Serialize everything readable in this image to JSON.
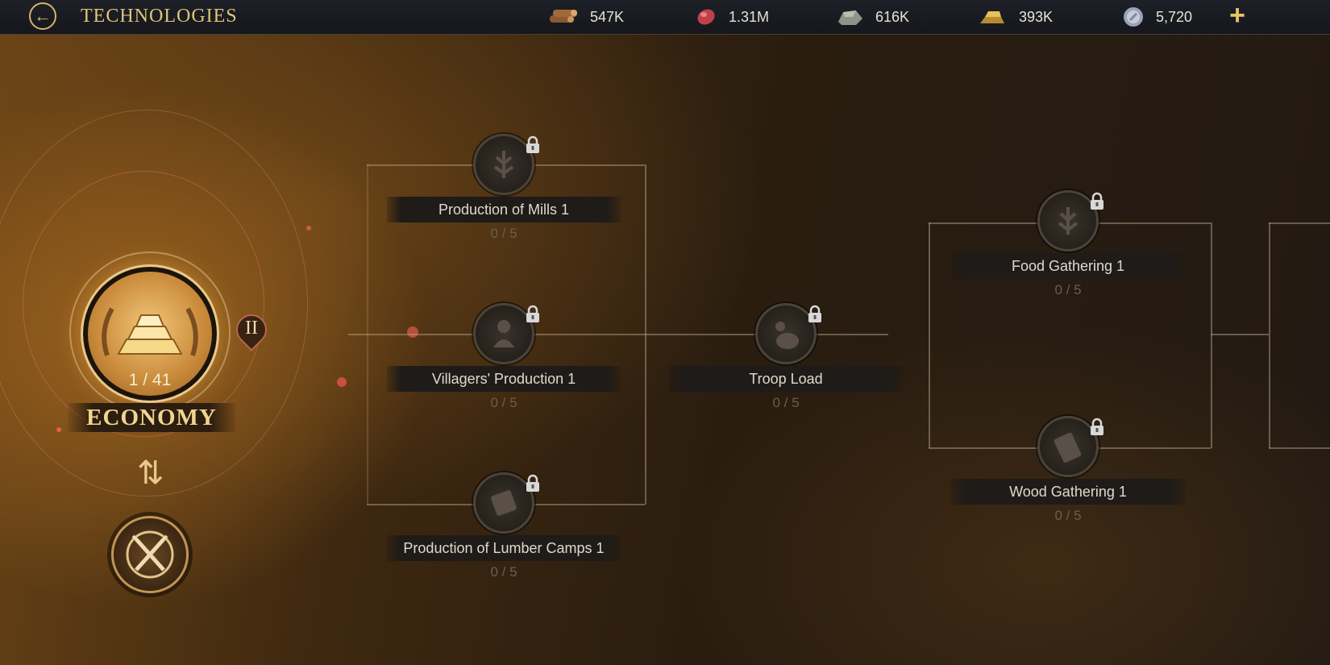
{
  "header": {
    "title": "TECHNOLOGIES",
    "resources": [
      {
        "name": "wood",
        "icon": "wood-icon",
        "value": "547K"
      },
      {
        "name": "food",
        "icon": "meat-icon",
        "value": "1.31M"
      },
      {
        "name": "stone",
        "icon": "stone-icon",
        "value": "616K"
      },
      {
        "name": "gold",
        "icon": "gold-icon",
        "value": "393K"
      },
      {
        "name": "gems",
        "icon": "gem-icon",
        "value": "5,720"
      }
    ]
  },
  "category": {
    "name": "ECONOMY",
    "progress_text": "1 / 41",
    "tier": "II"
  },
  "techs": [
    {
      "label": "Production of Mills 1",
      "level": "0 / 5",
      "locked": true
    },
    {
      "label": "Villagers' Production 1",
      "level": "0 / 5",
      "locked": true
    },
    {
      "label": "Production of Lumber Camps 1",
      "level": "0 / 5",
      "locked": true
    },
    {
      "label": "Troop Load",
      "level": "0 / 5",
      "locked": true
    },
    {
      "label": "Food Gathering 1",
      "level": "0 / 5",
      "locked": true
    },
    {
      "label": "Wood Gathering 1",
      "level": "0 / 5",
      "locked": true
    }
  ],
  "colors": {
    "accent_gold": "#e2c47a",
    "topbar": "#1d2027",
    "locked_text": "#6a5e50"
  }
}
